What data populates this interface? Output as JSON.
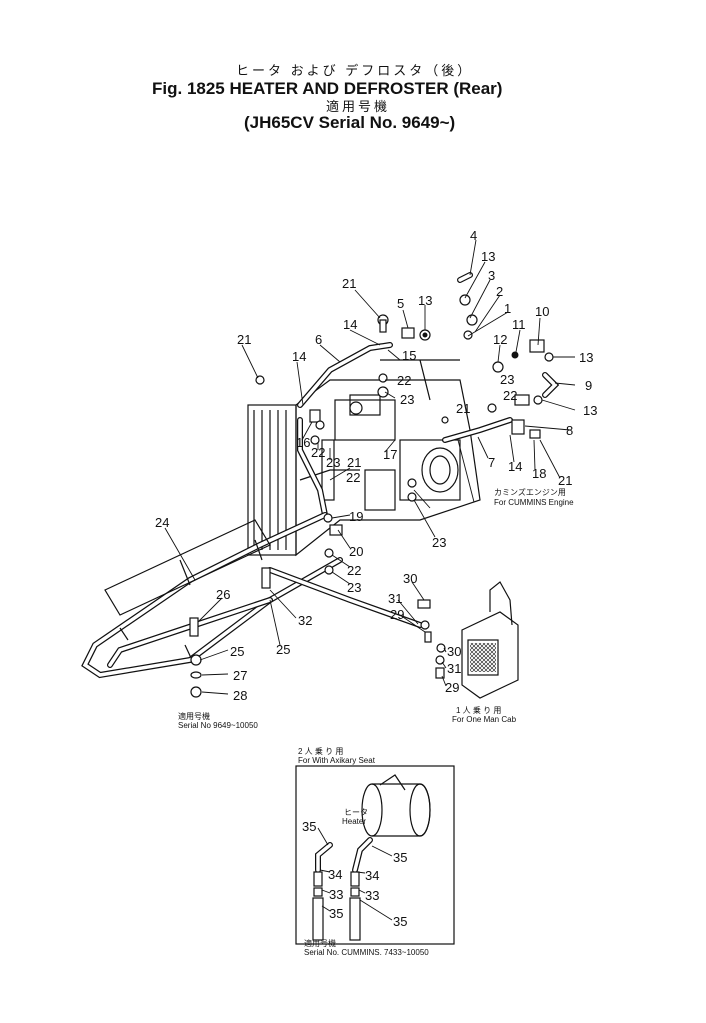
{
  "header": {
    "jp_title": "ヒータ および デフロスタ（後）",
    "title": "Fig. 1825 HEATER AND DEFROSTER (Rear)",
    "jp_applicable": "適用号機",
    "serial": "(JH65CV Serial No. 9649~)"
  },
  "notes": {
    "serial_left_jp": "適用号機",
    "serial_left": "Serial No 9649~10050",
    "one_man_jp": "1 人 乗 り 用",
    "one_man": "For One Man Cab",
    "cummins_jp": "カミンズエンジン用",
    "cummins": "For CUMMINS Engine",
    "aux_jp": "2 人 乗 り 用",
    "aux": "For With Axikary Seat",
    "heater_jp": "ヒータ",
    "heater": "Heater",
    "serial_bottom_jp": "適用号機",
    "serial_bottom": "Serial No. CUMMINS. 7433~10050"
  },
  "callouts": [
    "4",
    "13",
    "3",
    "2",
    "1",
    "10",
    "21",
    "5",
    "13",
    "14",
    "6",
    "11",
    "21",
    "12",
    "13",
    "9",
    "14",
    "15",
    "22",
    "23",
    "23",
    "22",
    "13",
    "8",
    "21",
    "16",
    "22",
    "23",
    "17",
    "21",
    "7",
    "14",
    "18",
    "21",
    "22",
    "19",
    "23",
    "24",
    "20",
    "22",
    "23",
    "30",
    "31",
    "26",
    "29",
    "32",
    "25",
    "30",
    "25",
    "27",
    "31",
    "28",
    "29",
    "35",
    "35",
    "34",
    "34",
    "33",
    "33",
    "35",
    "35"
  ]
}
